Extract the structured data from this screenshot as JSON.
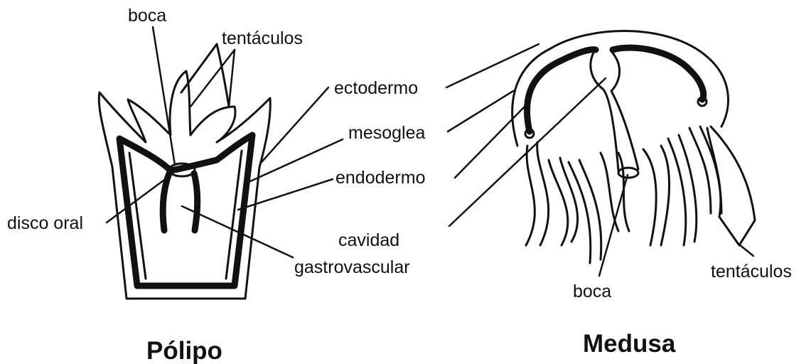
{
  "polyp": {
    "title": "Pólipo",
    "labels": {
      "mouth": "boca",
      "tentacles": "tentáculos",
      "oral_disc": "disco oral"
    }
  },
  "medusa": {
    "title": "Medusa",
    "labels": {
      "mouth": "boca",
      "tentacles": "tentáculos"
    }
  },
  "shared_labels": {
    "ectoderm": "ectodermo",
    "mesoglea": "mesoglea",
    "endoderm": "endodermo",
    "cavity_line1": "cavidad",
    "cavity_line2": "gastrovascular"
  }
}
